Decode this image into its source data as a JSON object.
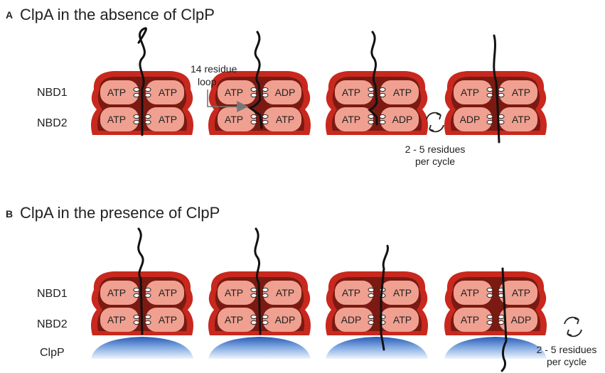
{
  "panel_a": {
    "letter": "A",
    "title": "ClpA in the absence of ClpP",
    "rows": [
      "NBD1",
      "NBD2"
    ],
    "loop_label": [
      "14 residue",
      "loop"
    ],
    "cycle_note": [
      "2 - 5 residues",
      "per cycle"
    ],
    "states": [
      {
        "nbd1": [
          "ATP",
          "ATP"
        ],
        "nbd2": [
          "ATP",
          "ATP"
        ]
      },
      {
        "nbd1": [
          "ATP",
          "ADP"
        ],
        "nbd2": [
          "ATP",
          "ATP"
        ]
      },
      {
        "nbd1": [
          "ATP",
          "ATP"
        ],
        "nbd2": [
          "ATP",
          "ADP"
        ]
      },
      {
        "nbd1": [
          "ATP",
          "ATP"
        ],
        "nbd2": [
          "ADP",
          "ATP"
        ]
      }
    ]
  },
  "panel_b": {
    "letter": "B",
    "title": "ClpA in the presence of ClpP",
    "rows": [
      "NBD1",
      "NBD2",
      "ClpP"
    ],
    "cycle_note": [
      "2 - 5 residues",
      "per cycle"
    ],
    "states": [
      {
        "nbd1": [
          "ATP",
          "ATP"
        ],
        "nbd2": [
          "ATP",
          "ATP"
        ]
      },
      {
        "nbd1": [
          "ATP",
          "ATP"
        ],
        "nbd2": [
          "ATP",
          "ADP"
        ]
      },
      {
        "nbd1": [
          "ATP",
          "ATP"
        ],
        "nbd2": [
          "ADP",
          "ATP"
        ]
      },
      {
        "nbd1": [
          "ATP",
          "ATP"
        ],
        "nbd2": [
          "ATP",
          "ADP"
        ]
      }
    ]
  },
  "colors": {
    "outer": "#c8281e",
    "core": "#7a1a12",
    "subunit": "#f0a090",
    "clpp": "#2f5fb8",
    "chain": "#111111"
  }
}
